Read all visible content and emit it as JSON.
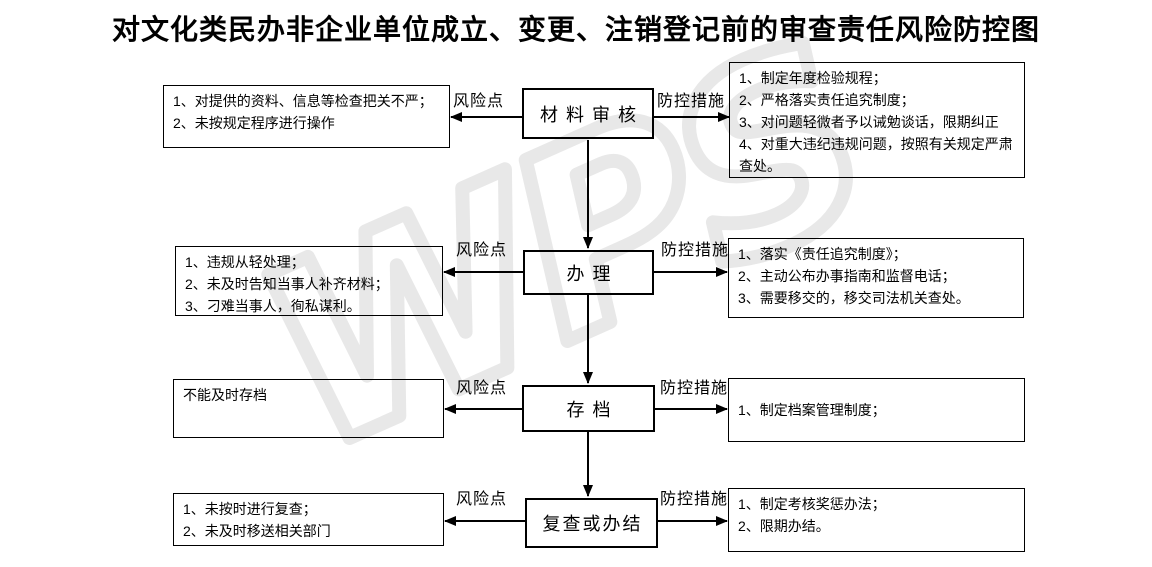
{
  "title": "对文化类民办非企业单位成立、变更、注销登记前的审查责任风险防控图",
  "watermark_text": "WPS",
  "arrow_labels": {
    "risk": "风险点",
    "measure": "防控措施"
  },
  "rows": [
    {
      "stage": "材料审核",
      "risks": [
        "1、对提供的资料、信息等检查把关不严；",
        "2、未按规定程序进行操作"
      ],
      "measures": [
        "1、制定年度检验规程；",
        "2、严格落实责任追究制度；",
        "3、对问题轻微者予以诫勉谈话，限期纠正",
        "4、对重大违纪违规问题，按照有关规定严肃查处。"
      ]
    },
    {
      "stage": "办理",
      "risks": [
        "1、违规从轻处理；",
        "2、未及时告知当事人补齐材料；",
        "3、刁难当事人，徇私谋利。"
      ],
      "measures": [
        "1、落实《责任追究制度》；",
        "2、主动公布办事指南和监督电话；",
        "3、需要移交的，移交司法机关查处。"
      ]
    },
    {
      "stage": "存档",
      "risks": [
        "不能及时存档"
      ],
      "measures": [
        "1、制定档案管理制度；"
      ]
    },
    {
      "stage": "复查或办结",
      "risks": [
        "1、未按时进行复查；",
        "2、未及时移送相关部门"
      ],
      "measures": [
        "1、制定考核奖惩办法；",
        "2、限期办结。"
      ]
    }
  ]
}
